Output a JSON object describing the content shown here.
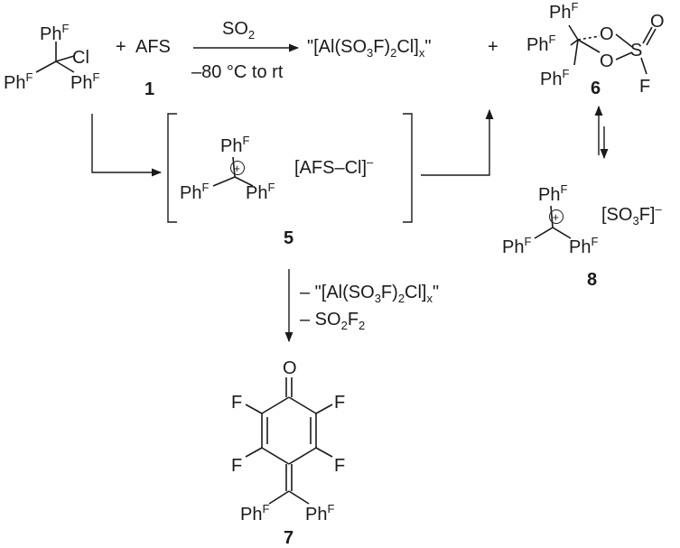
{
  "reagents": {
    "plus1": "+",
    "afs": "AFS",
    "afs_number": "1",
    "reagent_above": "SO2",
    "condition_below": "–80 °C to rt"
  },
  "trityl_chloride": {
    "ph": "Ph",
    "sup": "F",
    "cl": "Cl"
  },
  "product_al": {
    "text": "\"[Al(SO3F)2Cl]x\"",
    "plus": "+"
  },
  "compound6": {
    "number": "6",
    "o1": "O",
    "o2": "O",
    "o3": "O",
    "s": "S",
    "f": "F"
  },
  "intermediate5": {
    "number": "5",
    "anion": "[AFS–Cl]–",
    "charge": "+"
  },
  "compound8": {
    "number": "8",
    "anion": "[SO3F]–",
    "charge": "+"
  },
  "elimination": {
    "line1": "– \"[Al(SO3F)2Cl]x\"",
    "line2": "– SO2F2"
  },
  "compound7": {
    "number": "7",
    "oxygen": "O",
    "fluorine": "F"
  }
}
